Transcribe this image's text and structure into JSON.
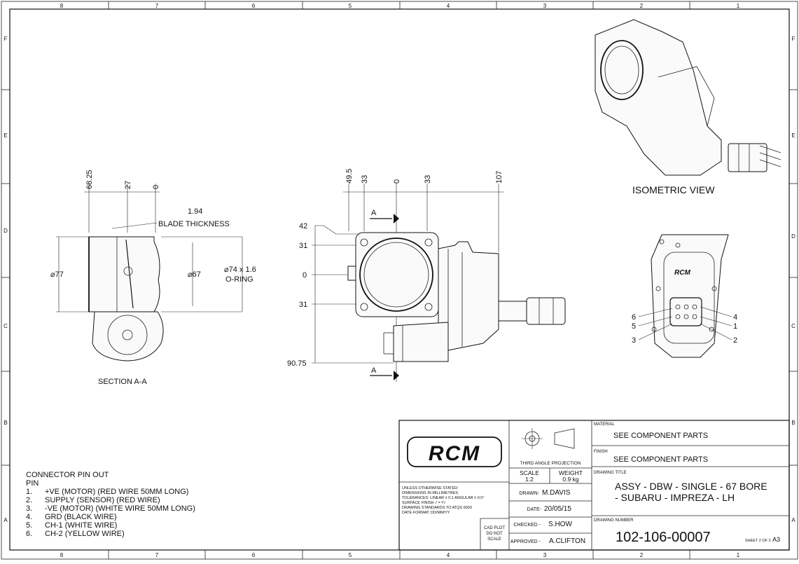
{
  "border": {
    "columns": [
      "8",
      "7",
      "6",
      "5",
      "4",
      "3",
      "2",
      "1"
    ],
    "rows": [
      "F",
      "E",
      "D",
      "C",
      "B",
      "A"
    ]
  },
  "views": {
    "section": {
      "dims_top": [
        "68.25",
        "27",
        "0"
      ],
      "blade_value": "1.94",
      "blade_label": "BLADE THICKNESS",
      "dia_left": "⌀77",
      "dia_inner": "⌀67",
      "oring_line1": "⌀74 x 1.6",
      "oring_line2": "O-RING",
      "label": "SECTION A-A"
    },
    "front": {
      "dims_top": [
        "49.5",
        "33",
        "0",
        "33",
        "107"
      ],
      "dims_left": [
        "42",
        "31",
        "0",
        "31",
        "90.75"
      ],
      "section_marks": [
        "A",
        "A"
      ]
    },
    "isometric": {
      "label": "ISOMETRIC VIEW"
    },
    "rear": {
      "pins_left": [
        "6",
        "5",
        "3"
      ],
      "pins_right": [
        "4",
        "1",
        "2"
      ]
    }
  },
  "pinout": {
    "title": "CONNECTOR PIN OUT",
    "header": "PIN",
    "rows": [
      {
        "n": "1.",
        "desc": "+VE (MOTOR)  (RED WIRE 50MM LONG)"
      },
      {
        "n": "2.",
        "desc": "SUPPLY (SENSOR) (RED WIRE)"
      },
      {
        "n": "3.",
        "desc": "-VE (MOTOR) (WHITE WIRE 50MM LONG)"
      },
      {
        "n": "4.",
        "desc": "GRD (BLACK WIRE)"
      },
      {
        "n": "5.",
        "desc": "CH-1 (WHITE WIRE)"
      },
      {
        "n": "6.",
        "desc": "CH-2  (YELLOW WIRE)"
      }
    ]
  },
  "title_block": {
    "logo": "RCM",
    "projection_label": "THIRD ANGLE PROJECTION",
    "scale_label": "SCALE",
    "scale_value": "1:2",
    "weight_label": "WEIGHT",
    "weight_value": "0.9 kg",
    "notes": [
      "UNLESS OTHERWISE STATED:",
      "DIMENSIONS IN MILLIMETRES",
      "TOLERANCES: LINEAR ± 0.1 ANGULAR ± 0.5°",
      "SURFACE FINISH  √ = ³⁄√",
      "DRAWING STANDARDS TO ATQS 6003",
      "DATE FORMAT: DD/MM/YY"
    ],
    "drawn_label": "DRAWN-",
    "drawn_value": "M.DAVIS",
    "date_label": "DATE-",
    "date_value": "20/05/15",
    "checked_label": "CHECKED -",
    "checked_value": "S.HOW",
    "approved_label": "APPROVED -",
    "approved_value": "A.CLIFTON",
    "cad_line1": "CAD PLOT",
    "cad_line2": "DO NOT",
    "cad_line3": "SCALE",
    "material_label": "MATERIAL",
    "material_value": "SEE COMPONENT PARTS",
    "finish_label": "FINISH",
    "finish_value": "SEE COMPONENT PARTS",
    "drawing_title_label": "DRAWING TITLE",
    "drawing_title_line1": "ASSY - DBW - SINGLE - 67 BORE",
    "drawing_title_line2": "- SUBARU - IMPREZA - LH",
    "drawing_number_label": "DRAWING NUMBER",
    "drawing_number": "102-106-00007",
    "sheet_label": "SHEET 2 OF 2",
    "size": "A3"
  }
}
